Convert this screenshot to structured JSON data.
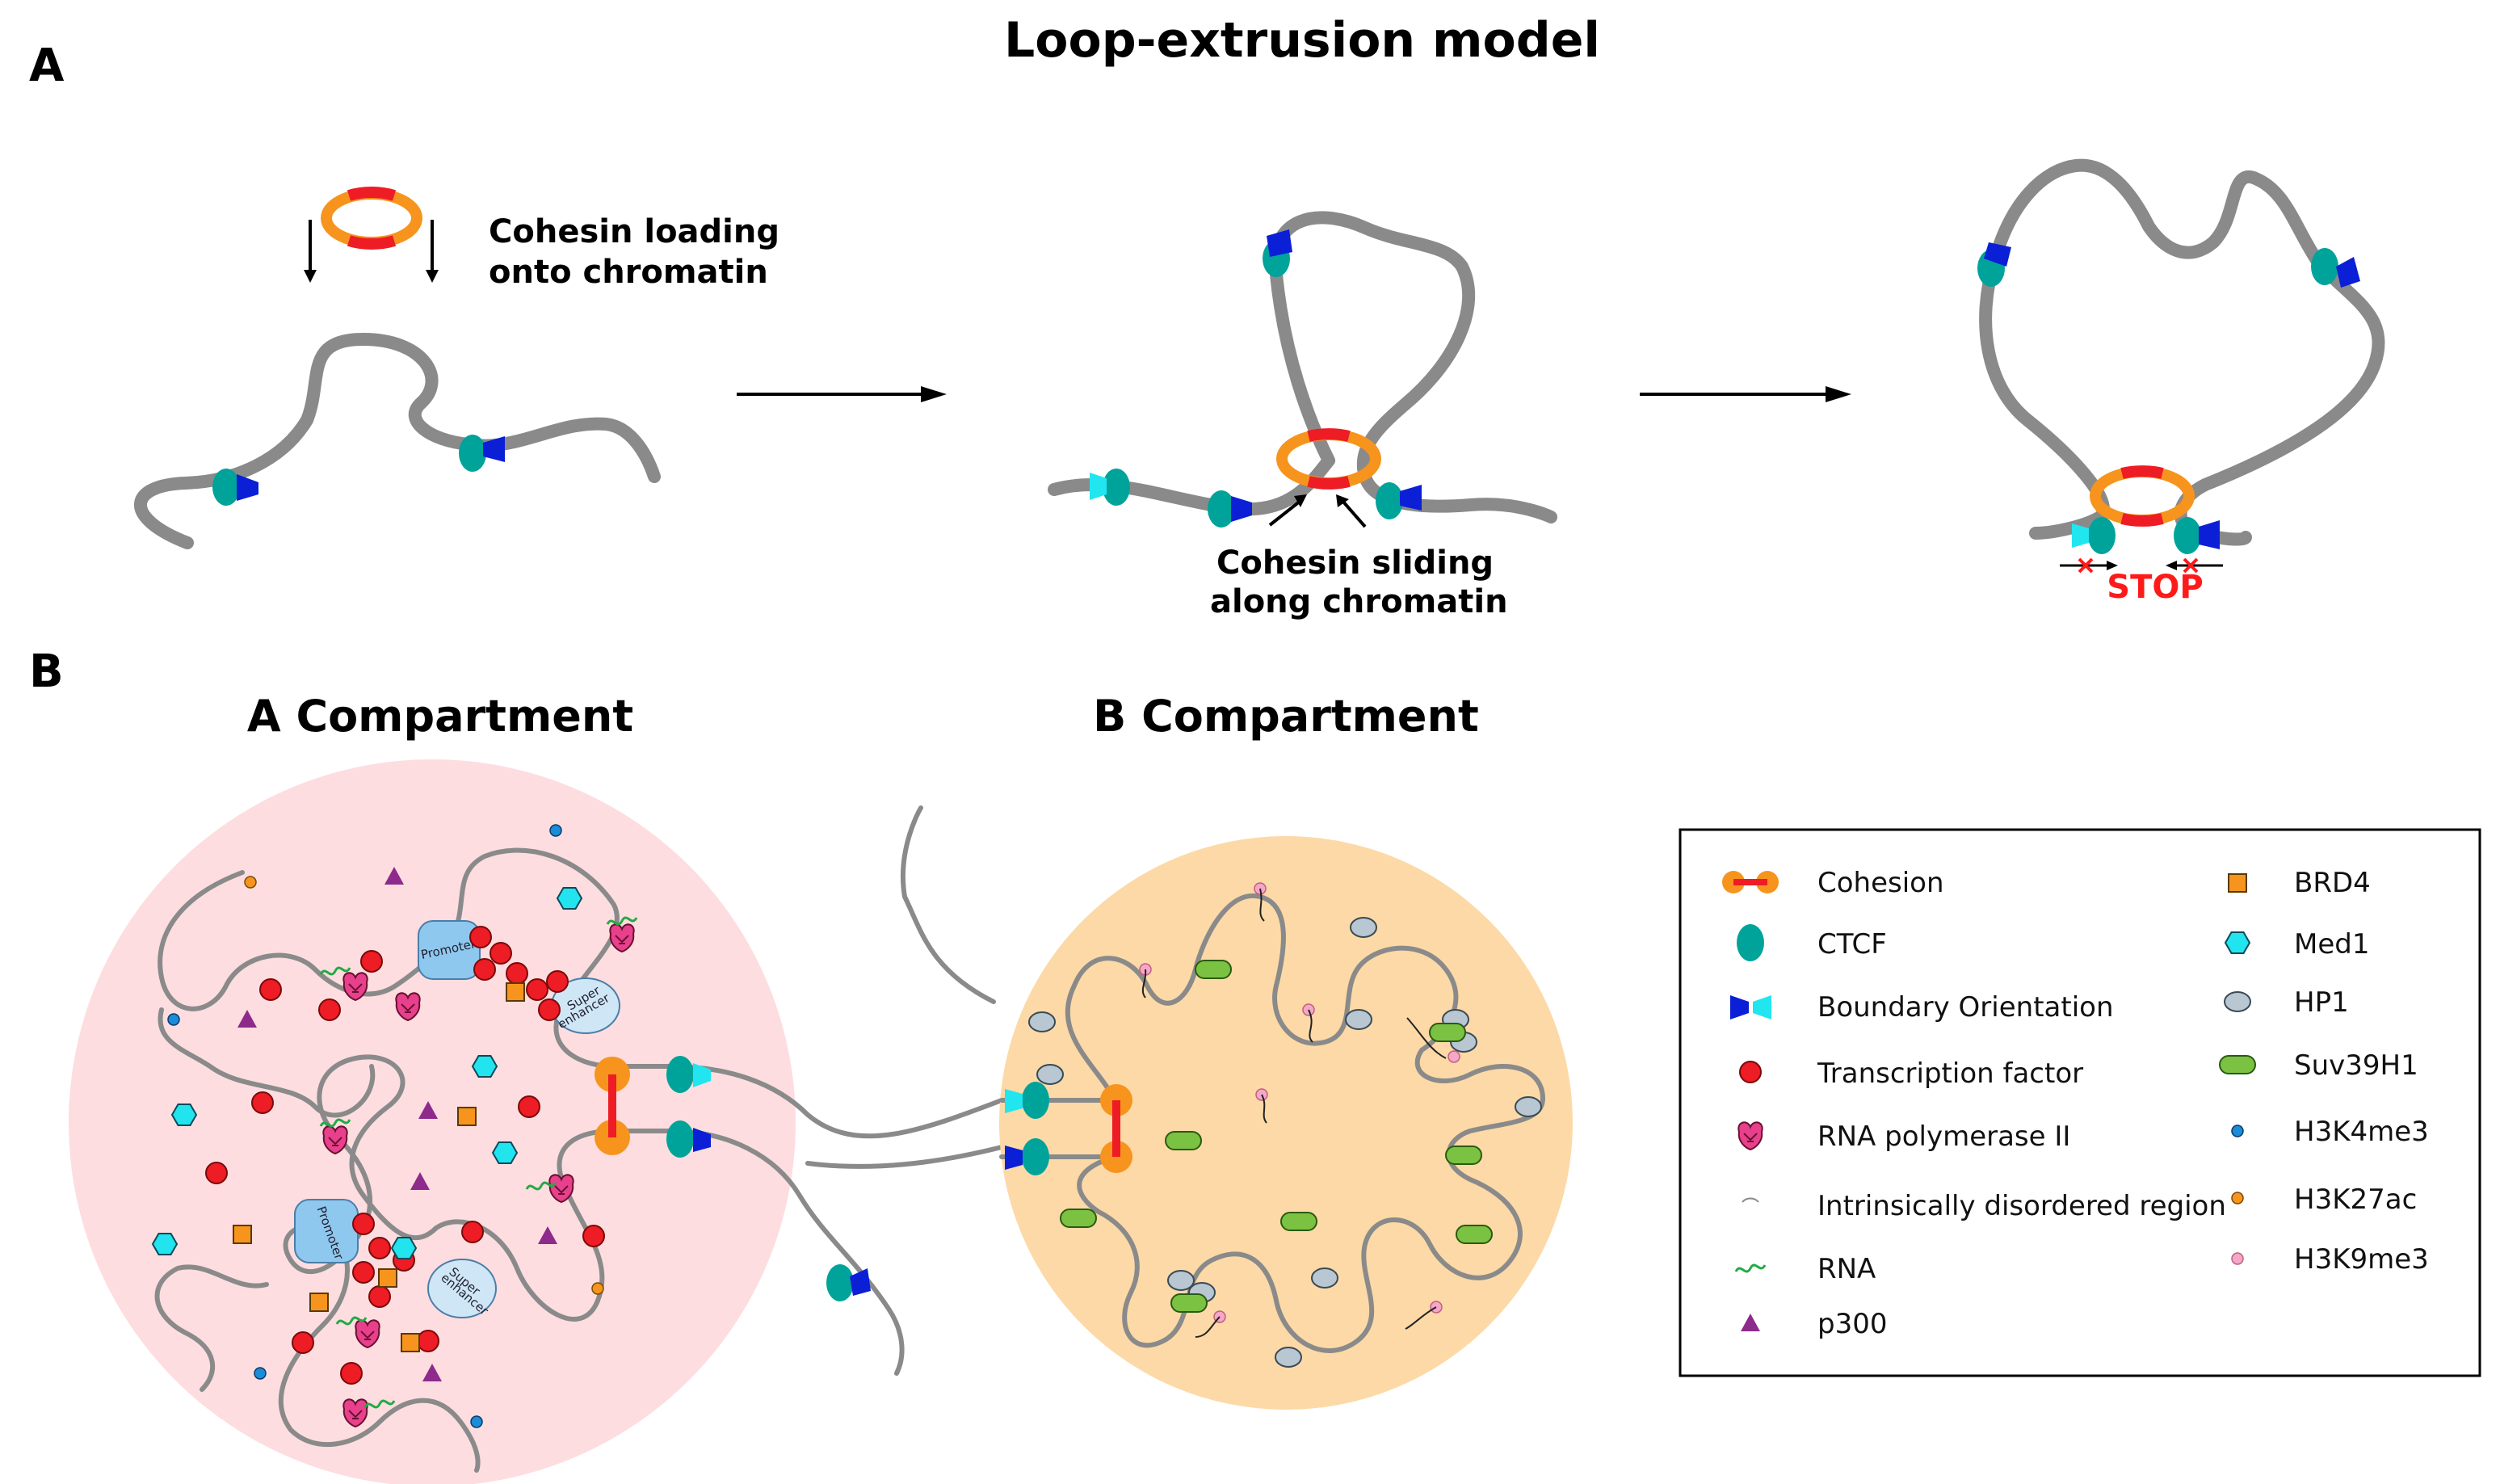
{
  "panel_a": {
    "letter": "A",
    "title": "Loop-extrusion model",
    "step1_caption_line1": "Cohesin loading",
    "step1_caption_line2": "onto chromatin",
    "step2_caption_line1": "Cohesin sliding",
    "step2_caption_line2": "along chromatin",
    "stop_label": "STOP"
  },
  "panel_b": {
    "letter": "B",
    "compartment_a_title": "A Compartment",
    "compartment_b_title": "B Compartment",
    "promoter_label": "Promoter",
    "super_enhancer_label_line1": "Super",
    "super_enhancer_label_line2": "enhancer"
  },
  "legend": {
    "left_items": [
      {
        "label": "Cohesion",
        "icon": "cohesin-icon"
      },
      {
        "label": "CTCF",
        "icon": "ctcf-icon"
      },
      {
        "label": "Boundary Orientation",
        "icon": "boundary-orientation-icon"
      },
      {
        "label": "Transcription factor",
        "icon": "transcription-factor-icon"
      },
      {
        "label": "RNA polymerase II",
        "icon": "rna-polymerase-icon"
      },
      {
        "label": "Intrinsically disordered region",
        "icon": "idr-icon"
      },
      {
        "label": "RNA",
        "icon": "rna-icon"
      },
      {
        "label": "p300",
        "icon": "p300-icon"
      }
    ],
    "right_items": [
      {
        "label": "BRD4",
        "icon": "brd4-icon"
      },
      {
        "label": "Med1",
        "icon": "med1-icon"
      },
      {
        "label": "HP1",
        "icon": "hp1-icon"
      },
      {
        "label": "Suv39H1",
        "icon": "suv39h1-icon"
      },
      {
        "label": "H3K4me3",
        "icon": "h3k4me3-icon"
      },
      {
        "label": "H3K27ac",
        "icon": "h3k27ac-icon"
      },
      {
        "label": "H3K9me3",
        "icon": "h3k9me3-icon"
      }
    ]
  },
  "colors": {
    "chromatin": "#8a8a8a",
    "cohesin_ring": "#f7941d",
    "cohesin_band": "#ee1c24",
    "ctcf": "#00a39a",
    "boundary_dark": "#0a1fd6",
    "boundary_light": "#21e6f0",
    "tf": "#ee1c24",
    "pol2": "#e8408c",
    "p300": "#8e2a8c",
    "brd4": "#f7941d",
    "med1": "#22e4ee",
    "hp1": "#b8c7d2",
    "suv39h1": "#7cc242",
    "h3k4me3": "#1a8cd8",
    "h3k27ac": "#f7941d",
    "h3k9me3": "#f6a7c8",
    "compartment_a_fill": "#fddde0",
    "compartment_b_fill": "#fcd9a6",
    "promoter_fill": "#8fc8ee",
    "stop": "#ff1a1a"
  }
}
